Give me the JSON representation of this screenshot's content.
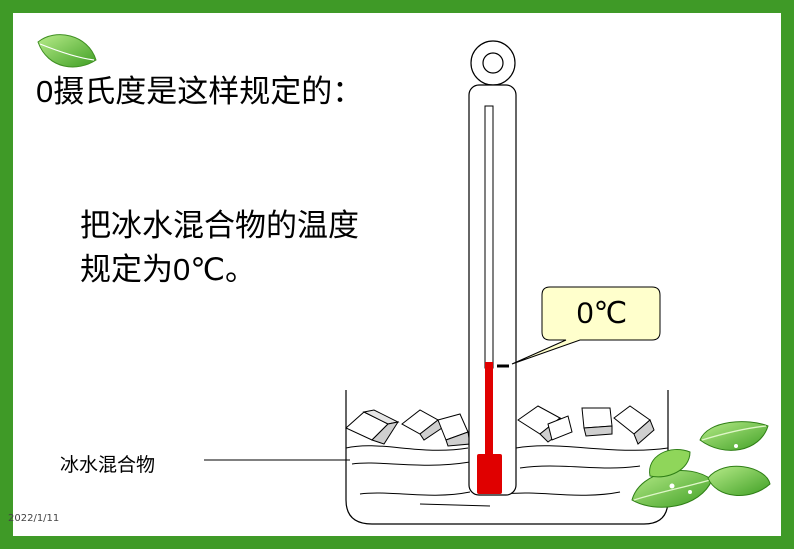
{
  "slide": {
    "title": "0摄氏度是这样规定的：",
    "description_line1": "把冰水混合物的温度",
    "description_line2": "规定为0℃。",
    "callout": "0℃",
    "mixture_label": "冰水混合物",
    "date": "2022/1/11"
  },
  "colors": {
    "frame_green": "#3f9a27",
    "mercury_red": "#e00000",
    "callout_fill": "#ffffcc",
    "leaf_green": "#6cc23a"
  }
}
